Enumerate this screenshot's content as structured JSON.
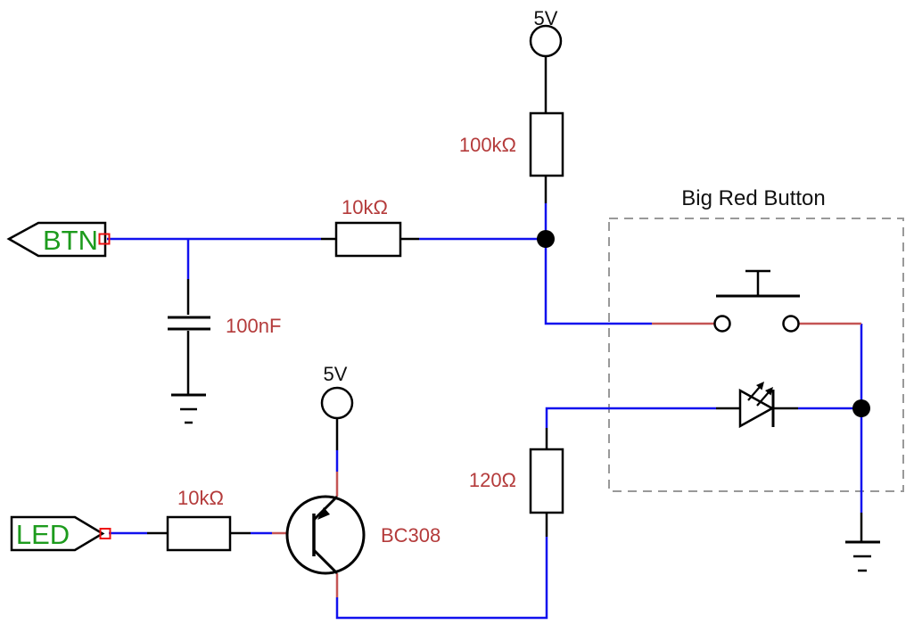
{
  "title": "Big Red Button",
  "supplies": {
    "top": "5V",
    "transistor": "5V"
  },
  "nets": {
    "btn": "BTN",
    "led": "LED"
  },
  "components": {
    "pullup_resistor": {
      "value": "100kΩ"
    },
    "button_series_resistor": {
      "value": "10kΩ"
    },
    "debounce_capacitor": {
      "value": "100nF"
    },
    "led_series_resistor": {
      "value": "120Ω"
    },
    "base_resistor": {
      "value": "10kΩ"
    },
    "transistor": {
      "value": "BC308"
    }
  },
  "colors": {
    "wire": "#1111ee",
    "lead_red": "#c45454",
    "label": "#b43b3b",
    "net_label": "#1d9b1d",
    "pin": "#ee1111",
    "box_dash": "#999999"
  }
}
